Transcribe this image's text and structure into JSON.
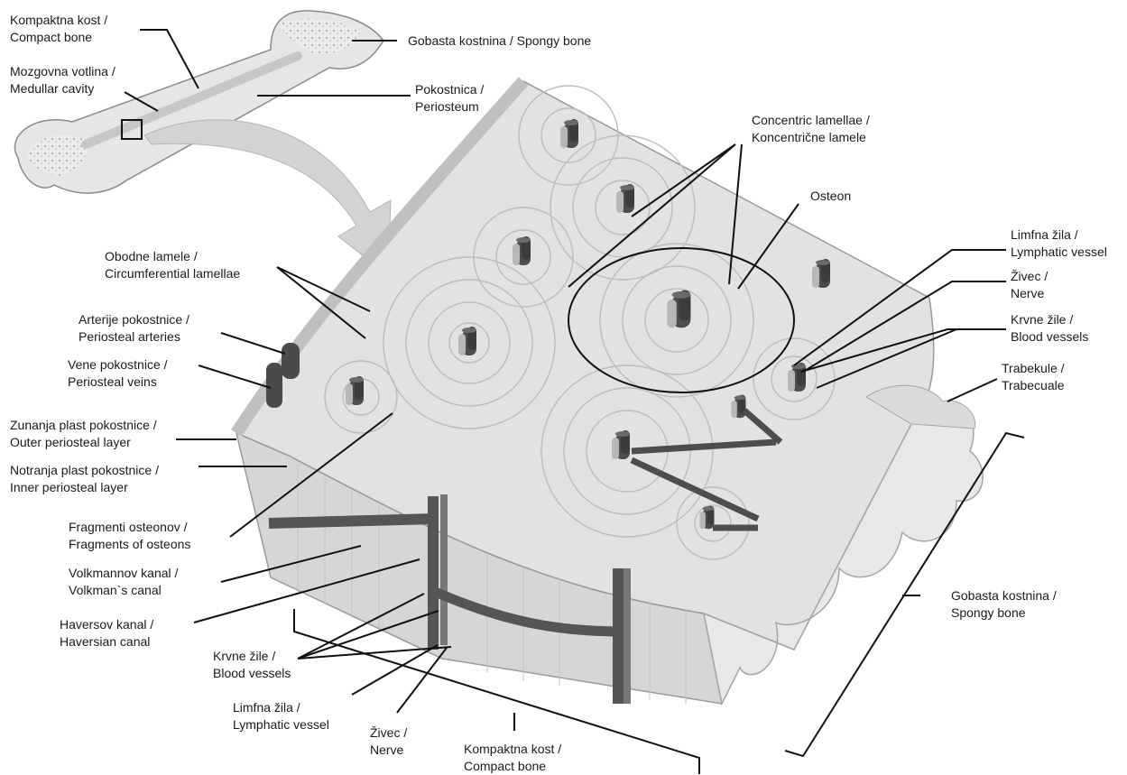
{
  "labels": {
    "compact_bone_top": [
      "Kompaktna kost /",
      "Compact bone"
    ],
    "medullar_cavity": [
      "Mozgovna votlina /",
      "Medullar cavity"
    ],
    "spongy_bone_top": [
      "Gobasta kostnina / Spongy bone"
    ],
    "periosteum": [
      "Pokostnica /",
      "Periosteum"
    ],
    "concentric_lamellae": [
      "Concentric lamellae /",
      "Koncentrične lamele"
    ],
    "osteon": [
      "Osteon"
    ],
    "lymphatic_vessel_right": [
      "Limfna žila /",
      "Lymphatic vessel"
    ],
    "nerve_right": [
      "Živec /",
      "Nerve"
    ],
    "blood_vessels_right": [
      "Krvne žile /",
      "Blood vessels"
    ],
    "trabeculae": [
      "Trabekule /",
      "Trabecuale"
    ],
    "circumferential_lamellae": [
      "Obodne lamele /",
      "Circumferential lamellae"
    ],
    "periosteal_arteries": [
      "Arterije pokostnice /",
      "Periosteal arteries"
    ],
    "periosteal_veins": [
      "Vene pokostnice /",
      "Periosteal veins"
    ],
    "outer_periosteal_layer": [
      "Zunanja plast pokostnice /",
      "Outer periosteal layer"
    ],
    "inner_periosteal_layer": [
      "Notranja plast pokostnice /",
      "Inner periosteal layer"
    ],
    "osteon_fragments": [
      "Fragmenti osteonov /",
      "Fragments of osteons"
    ],
    "volkmann_canal": [
      "Volkmannov kanal /",
      "Volkman`s canal"
    ],
    "haversian_canal": [
      "Haversov kanal /",
      "Haversian canal"
    ],
    "spongy_bone_right": [
      "Gobasta kostnina /",
      "Spongy bone"
    ],
    "blood_vessels_bottom": [
      "Krvne žile /",
      "Blood vessels"
    ],
    "lymphatic_vessel_bottom": [
      "Limfna žila /",
      "Lymphatic vessel"
    ],
    "nerve_bottom": [
      "Živec /",
      "Nerve"
    ],
    "compact_bone_bottom": [
      "Kompaktna kost /",
      "Compact bone"
    ]
  },
  "colors": {
    "bone_fill": "#e4e4e4",
    "bone_shade": "#cfcfcf",
    "vessel_dark": "#4a4a4a",
    "vessel_light": "#bdbdbd",
    "leader_line": "#111111"
  }
}
